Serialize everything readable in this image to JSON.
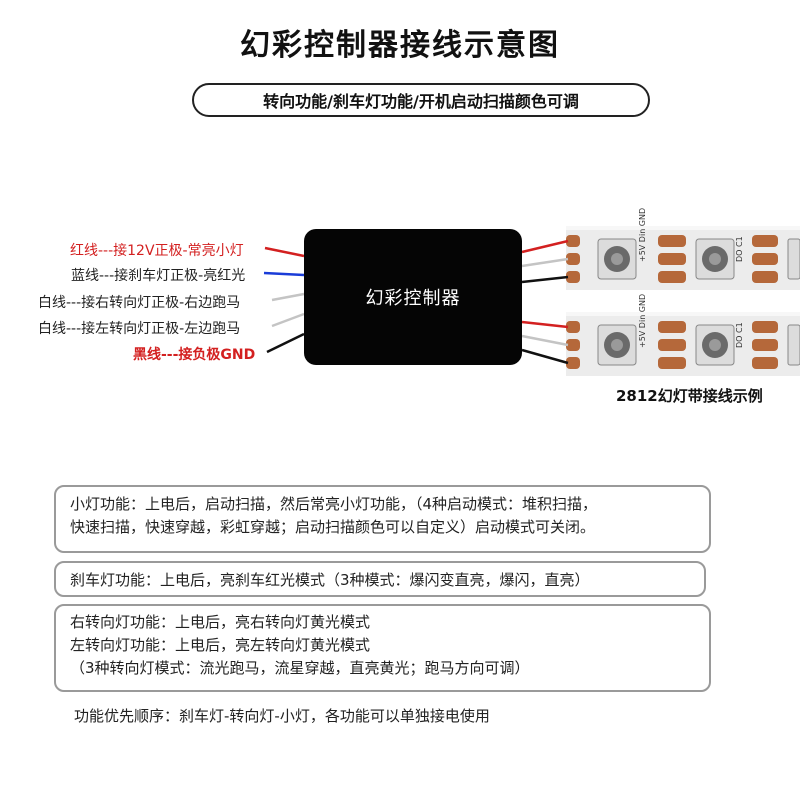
{
  "title": "幻彩控制器接线示意图",
  "subtitle": "转向功能/刹车灯功能/开机启动扫描颜色可调",
  "controller_label": "幻彩控制器",
  "wires": [
    {
      "label": "红线---接12V正极-常亮小灯",
      "color": "#d32020"
    },
    {
      "label": "蓝线---接刹车灯正极-亮红光",
      "color": "#1a3cd8"
    },
    {
      "label": "白线---接右转向灯正极-右边跑马",
      "color": "#bdbdbd"
    },
    {
      "label": "白线---接左转向灯正极-左边跑马",
      "color": "#bdbdbd"
    },
    {
      "label": "黑线---接负极GND",
      "color": "#111111"
    }
  ],
  "strip": {
    "caption": "2812幻灯带接线示例",
    "pad_labels": [
      "+5V",
      "Din",
      "GND",
      "DO",
      "C1"
    ]
  },
  "descriptions": {
    "small_light": [
      "小灯功能：上电后，启动扫描，然后常亮小灯功能，（4种启动模式：堆积扫描，",
      "快速扫描，快速穿越，彩虹穿越；启动扫描颜色可以自定义）启动模式可关闭。"
    ],
    "brake": [
      "刹车灯功能：上电后，亮刹车红光模式（3种模式：爆闪变直亮，爆闪，直亮）"
    ],
    "turn": [
      "右转向灯功能：上电后，亮右转向灯黄光模式",
      "左转向灯功能：上电后，亮左转向灯黄光模式",
      "（3种转向灯模式：流光跑马，流星穿越，直亮黄光；跑马方向可调）"
    ],
    "priority": "功能优先顺序：刹车灯-转向灯-小灯，各功能可以单独接电使用"
  },
  "colors": {
    "red": "#d32020",
    "controller": "#050505",
    "strip_white": "#e9e9e9",
    "pad_copper": "#b5683a",
    "led_body": "#6a6a6a",
    "border": "#9a9a9a"
  }
}
